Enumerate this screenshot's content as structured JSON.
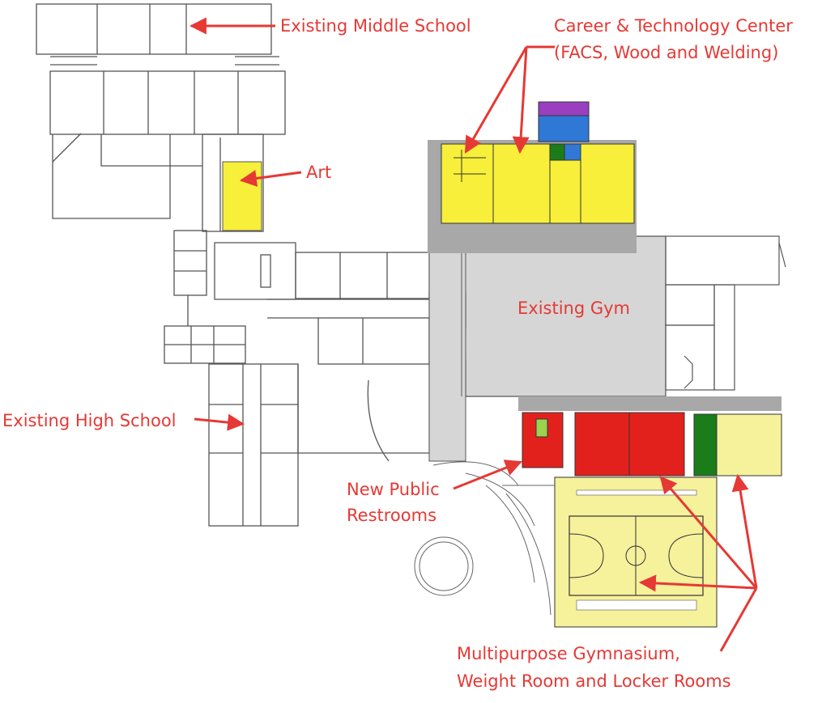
{
  "labels": {
    "middle_school": "Existing Middle School",
    "career_tech_line1": "Career & Technology Center",
    "career_tech_line2": "(FACS, Wood and Welding)",
    "art": "Art",
    "existing_gym": "Existing Gym",
    "high_school": "Existing High School",
    "restrooms_line1": "New Public",
    "restrooms_line2": "Restrooms",
    "multipurpose_line1": "Multipurpose Gymnasium,",
    "multipurpose_line2": "Weight Room and Locker Rooms"
  },
  "colors": {
    "annotation": "#e53935",
    "new_career_tech": "#f7ef3a",
    "new_restrooms_lockers": "#e3211c",
    "new_gym": "#f6f19b",
    "existing_gym_fill": "#d6d6d6",
    "corridor": "#a8a8a8",
    "green_room": "#1a7d1a",
    "blue_room": "#2f78d6",
    "purple_room": "#9a3fc0"
  }
}
